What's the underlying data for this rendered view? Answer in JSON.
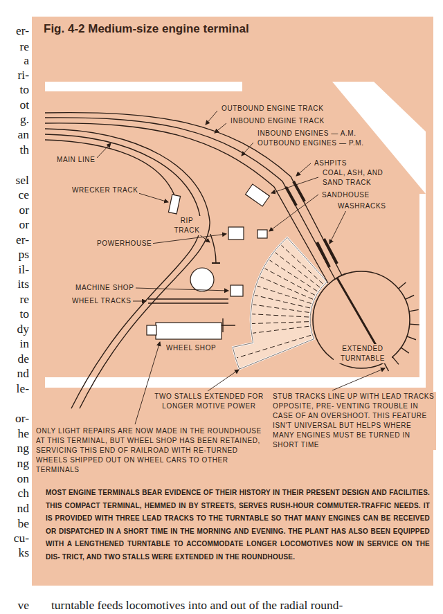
{
  "diagram": {
    "title": "Fig. 4-2 Medium-size engine terminal",
    "caption": "MOST ENGINE TERMINALS BEAR EVIDENCE OF THEIR HISTORY IN THEIR PRESENT DESIGN AND FACILITIES. THIS COMPACT TERMINAL, HEMMED IN BY STREETS, SERVES RUSH-HOUR COMMUTER-TRAFFIC NEEDS. IT IS PROVIDED WITH THREE LEAD TRACKS TO THE TURNTABLE SO THAT MANY ENGINES CAN BE RECEIVED OR DISPATCHED IN A SHORT TIME IN THE MORNING AND EVENING. THE PLANT HAS ALSO BEEN EQUIPPED WITH A LENGTHENED TURNTABLE TO ACCOMMODATE LONGER LOCOMOTIVES NOW IN SERVICE ON THE DIS- TRICT, AND TWO STALLS WERE EXTENDED IN THE ROUNDHOUSE.",
    "labels": [
      "OUTBOUND ENGINE TRACK",
      "INBOUND ENGINE TRACK",
      "INBOUND ENGINES — A.M.",
      "OUTBOUND ENGINES — P.M.",
      "MAIN LINE",
      "ASHPITS",
      "COAL, ASH, AND SAND TRACK",
      "SANDHOUSE",
      "WASHRACKS",
      "WRECKER TRACK",
      "RIP TRACK",
      "POWERHOUSE",
      "MACHINE SHOP",
      "WHEEL TRACKS",
      "WHEEL SHOP",
      "EXTENDED TURNTABLE",
      "TWO STALLS EXTENDED FOR LONGER MOTIVE POWER",
      "STUB TRACKS LINE UP WITH LEAD TRACKS OPPOSITE, PRE- VENTING TROUBLE IN CASE OF AN OVERSHOOT. THIS FEATURE ISN'T UNIVERSAL BUT HELPS WHERE MANY ENGINES MUST BE TURNED IN SHORT TIME",
      "ONLY LIGHT REPAIRS ARE NOW MADE IN THE ROUNDHOUSE AT THIS TERMINAL, BUT WHEEL SHOP HAS BEEN RETAINED, SERVICING THIS END OF RAILROAD WITH RE-TURNED WHEELS SHIPPED OUT ON WHEEL CARS TO OTHER TERMINALS",
      "er-",
      "re",
      "a",
      "ri-",
      "to",
      "ot",
      "g.",
      "an",
      "th",
      "sel",
      "ce",
      "or",
      "or",
      "er-",
      "ps",
      "il-",
      "its",
      "re",
      "to",
      "dy",
      "in",
      "de",
      "nd",
      "le-",
      "or-",
      "he",
      "ng",
      "ng",
      "on",
      "ch",
      "nd",
      "be",
      "cu-",
      "ks",
      "ve",
      "turntable feeds locomotives into and out of the radial round-"
    ]
  }
}
